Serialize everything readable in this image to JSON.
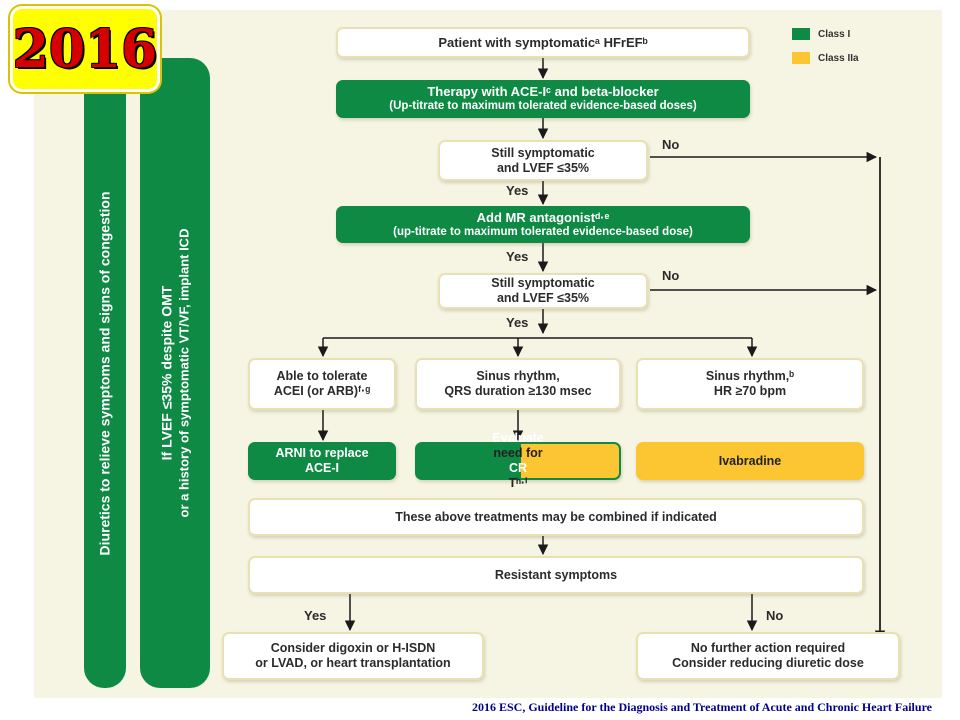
{
  "badge": {
    "year": "2016"
  },
  "legend": [
    {
      "label": "Class I",
      "color": "#0e8a45"
    },
    {
      "label": "Class IIa",
      "color": "#fcc633"
    }
  ],
  "sidebars": {
    "diuretics": "Diuretics to relieve symptoms and signs of congestion",
    "icd_line1": "If LVEF ≤35% despite OMT",
    "icd_line2": "or a history of symptomatic VT/VF, implant ICD"
  },
  "flow": {
    "patient": "Patient with symptomaticᵃ HFrEFᵇ",
    "therapy_line1": "Therapy with ACE-Iᶜ and beta-blocker",
    "therapy_line2": "(Up-titrate to maximum tolerated evidence-based doses)",
    "still1_line1": "Still symptomatic",
    "still1_line2": "and LVEF ≤35%",
    "mra_line1": "Add MR antagonistᵈ·ᵉ",
    "mra_line2": "(up-titrate to maximum tolerated evidence-based dose)",
    "still2_line1": "Still symptomatic",
    "still2_line2": "and LVEF ≤35%",
    "acei_line1": "Able to tolerate",
    "acei_line2": "ACEI (or ARB)ᶠ·ᵍ",
    "sinus_qrs_line1": "Sinus rhythm,",
    "sinus_qrs_line2": "QRS duration ≥130 msec",
    "sinus_hr_line1": "Sinus rhythm,ᵇ",
    "sinus_hr_line2": "HR ≥70 bpm",
    "arni_line1": "ARNI to replace",
    "arni_line2": "ACE-I",
    "crt_part1": "Evaluate ",
    "crt_part2": "need for",
    "crt_part3": "CR",
    "crt_part4": "Tʰ·ⁱ",
    "ivabradine": "Ivabradine",
    "combined": "These above treatments may be combined if indicated",
    "resistant": "Resistant symptoms",
    "digoxin_line1": "Consider digoxin or H-ISDN",
    "digoxin_line2": "or LVAD, or heart transplantation",
    "nofurther_line1": "No further action required",
    "nofurther_line2": "Consider reducing diuretic dose"
  },
  "branch_labels": {
    "no1": "No",
    "yes1": "Yes",
    "yes2": "Yes",
    "no2": "No",
    "yes3": "Yes",
    "yes4": "Yes",
    "no3": "No"
  },
  "caption": "2016  ESC, Guideline for the Diagnosis and Treatment of Acute and Chronic Heart Failure"
}
